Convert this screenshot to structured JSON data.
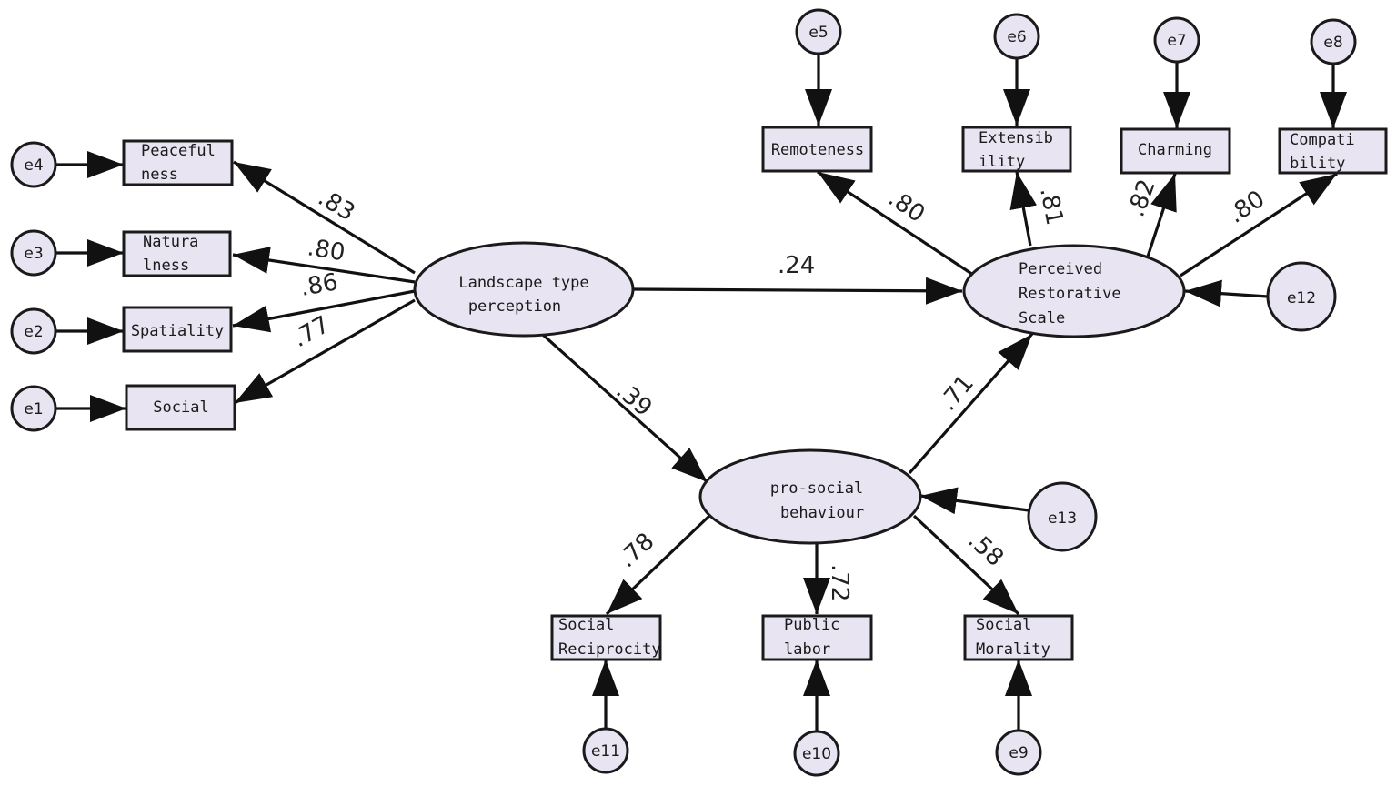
{
  "latents": {
    "landscape": [
      "Landscape type",
      "perception"
    ],
    "restorative": [
      "Perceived",
      "Restorative",
      "Scale"
    ],
    "prosocial": [
      "pro-social",
      "behaviour"
    ]
  },
  "observed": {
    "peacefulness": [
      "Peaceful",
      "ness"
    ],
    "naturalness": [
      "Natura",
      "lness"
    ],
    "spatiality": [
      "Spatiality"
    ],
    "social": [
      "Social"
    ],
    "remoteness": [
      "Remoteness"
    ],
    "extensibility": [
      "Extensib",
      "ility"
    ],
    "charming": [
      "Charming"
    ],
    "compatibility": [
      "Compati",
      "bility"
    ],
    "social_reciprocity": [
      "Social",
      "Reciprocity"
    ],
    "public_labor": [
      "Public",
      "labor"
    ],
    "social_morality": [
      "Social",
      "Morality"
    ]
  },
  "errors": {
    "e1": "e1",
    "e2": "e2",
    "e3": "e3",
    "e4": "e4",
    "e5": "e5",
    "e6": "e6",
    "e7": "e7",
    "e8": "e8",
    "e9": "e9",
    "e10": "e10",
    "e11": "e11",
    "e12": "e12",
    "e13": "e13"
  },
  "coefficients": {
    "peacefulness": ".83",
    "naturalness": ".80",
    "spatiality": ".86",
    "social": ".77",
    "landscape_to_restorative": ".24",
    "landscape_to_prosocial": ".39",
    "prosocial_to_restorative": ".71",
    "remoteness": ".80",
    "extensibility": ".81",
    "charming": ".82",
    "compatibility": ".80",
    "social_reciprocity": ".78",
    "public_labor": ".72",
    "social_morality": ".58"
  }
}
